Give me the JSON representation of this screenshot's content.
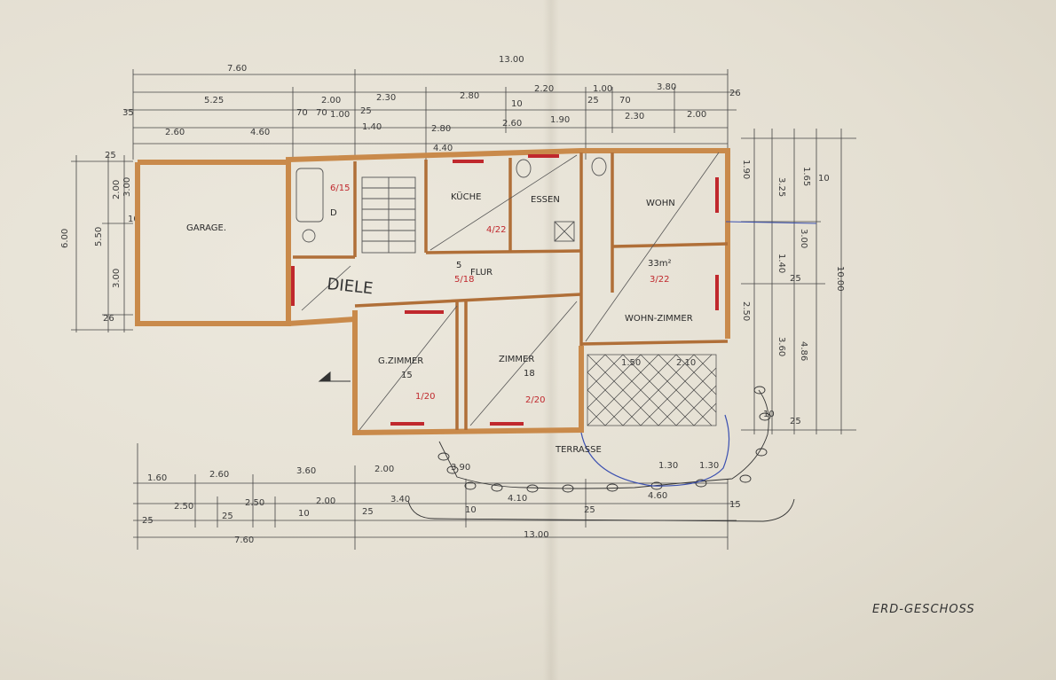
{
  "plan": {
    "sheet_title": "ERD-GESCHOSS",
    "rooms": {
      "garage": "GARAGE.",
      "diele": "DIELE",
      "kueche": "KÜCHE",
      "essen": "ESSEN",
      "wohn_essen": "WOHN",
      "wohn_zimmer": "WOHN-ZIMMER",
      "flur": "FLUR",
      "g_zimmer": "G.ZIMMER",
      "zimmer": "ZIMMER",
      "terrasse": "TERRASSE",
      "bad": "D"
    },
    "area_notes": {
      "g_zimmer_area": "15",
      "zimmer_area": "18",
      "wohn_area": "33m²",
      "flur_area": "5"
    },
    "red_notes": {
      "g_zimmer": "1/20",
      "zimmer": "2/20",
      "wohn": "3/22",
      "kueche": "4/22",
      "bad": "6/15",
      "flur": "5/18"
    },
    "dims_top": {
      "overall": "13.00",
      "garage_width": "7.60",
      "row2": [
        "5.25",
        "2.00",
        "2.30",
        "2.80",
        "2.20",
        "1.00",
        "3.80"
      ],
      "row3": [
        "1.00",
        "2.80"
      ],
      "row4": [
        "2.60",
        "4.60",
        "1.40",
        "4.40",
        "2.60",
        "1.90",
        "2.30",
        "2.00"
      ],
      "small": [
        "35",
        "70",
        "70",
        "25",
        "10",
        "25",
        "70",
        "26"
      ]
    },
    "dims_bottom": {
      "overall": "13.00",
      "garage_width": "7.60",
      "row1": [
        "1.60",
        "2.60",
        "3.60",
        "2.00",
        "3.90",
        "4.10",
        "1.30",
        "1.30"
      ],
      "row2": [
        "2.50",
        "2.50",
        "2.00",
        "3.40",
        "4.60"
      ],
      "small": [
        "25",
        "25",
        "10",
        "25",
        "10",
        "25",
        "15"
      ]
    },
    "dims_left": {
      "overall": "6.00",
      "row": [
        "5.50",
        "2.00",
        "3.00",
        "3.00"
      ],
      "small": [
        "25",
        "10",
        "26"
      ]
    },
    "dims_right": {
      "overall": "10.00",
      "row": [
        "3.25",
        "1.40",
        "3.60",
        "4.86",
        "1.90",
        "3.00",
        "2.50"
      ],
      "small": [
        "1.65",
        "10",
        "25",
        "25",
        "10"
      ]
    },
    "terrace_dims": [
      "1.50",
      "2.10"
    ],
    "colors": {
      "wall": "#c98a4b",
      "wall_inner": "#b06f38",
      "ink": "#3a3a3a",
      "red_pencil": "#c0282d",
      "blue_pencil": "#3a4fb0"
    }
  }
}
